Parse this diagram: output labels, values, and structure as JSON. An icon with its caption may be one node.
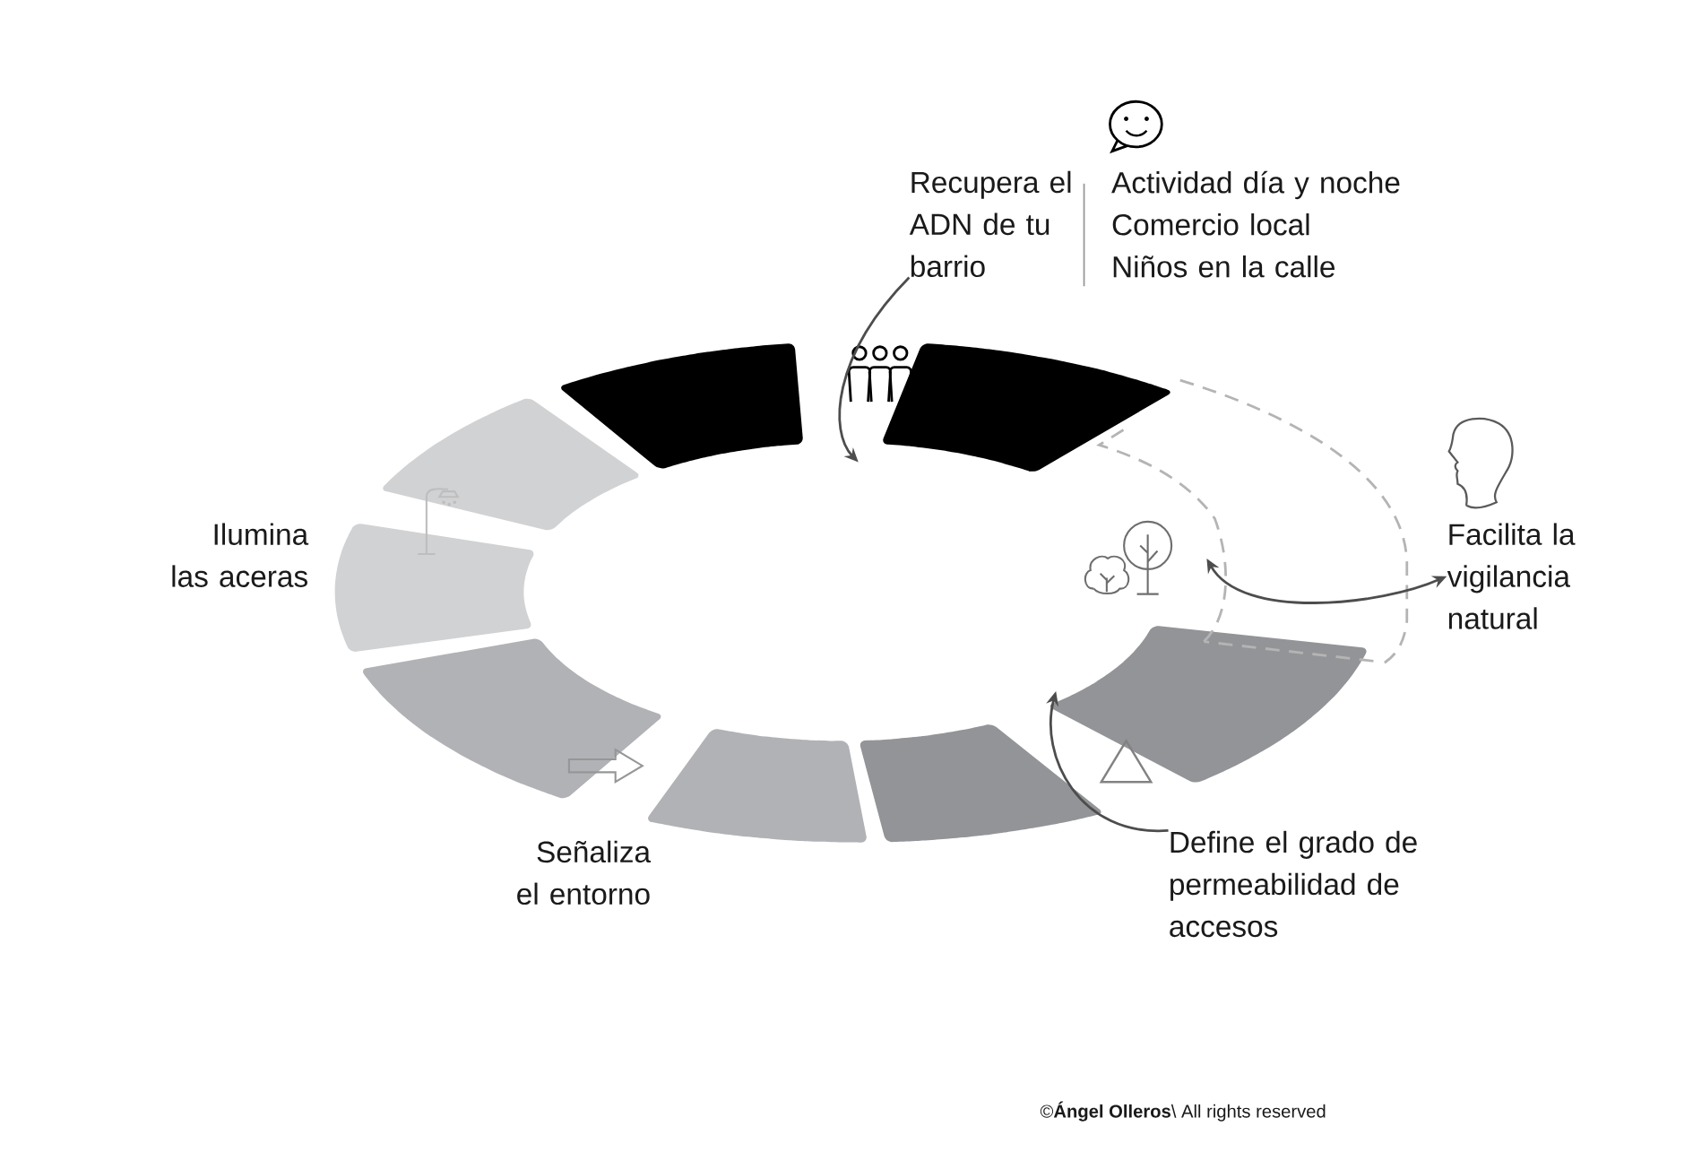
{
  "diagram": {
    "nodes": [
      {
        "text": [
          "Recupera el ADN de tu barrio"
        ]
      },
      {
        "text": [
          "Actividad día y noche",
          "Comercio local",
          "Niños en la calle"
        ]
      },
      {
        "text": [
          "Ilumina las aceras"
        ]
      },
      {
        "text": [
          "Señaliza el entorno"
        ]
      },
      {
        "text": [
          "Define el grado de permeabilidad de accesos"
        ]
      },
      {
        "text": [
          "Facilita la vigilancia natural"
        ]
      },
      {
        "text": [],
        "shape": "tree"
      }
    ],
    "edges": [
      {
        "from": 0,
        "to": null,
        "arrow": "to"
      },
      {
        "from": 4,
        "to": null,
        "arrow": "to"
      },
      {
        "from": 6,
        "to": 5,
        "arrow": "both"
      }
    ],
    "labels": [
      "©**Ángel Olleros**\\ All rights reserved"
    ]
  }
}
